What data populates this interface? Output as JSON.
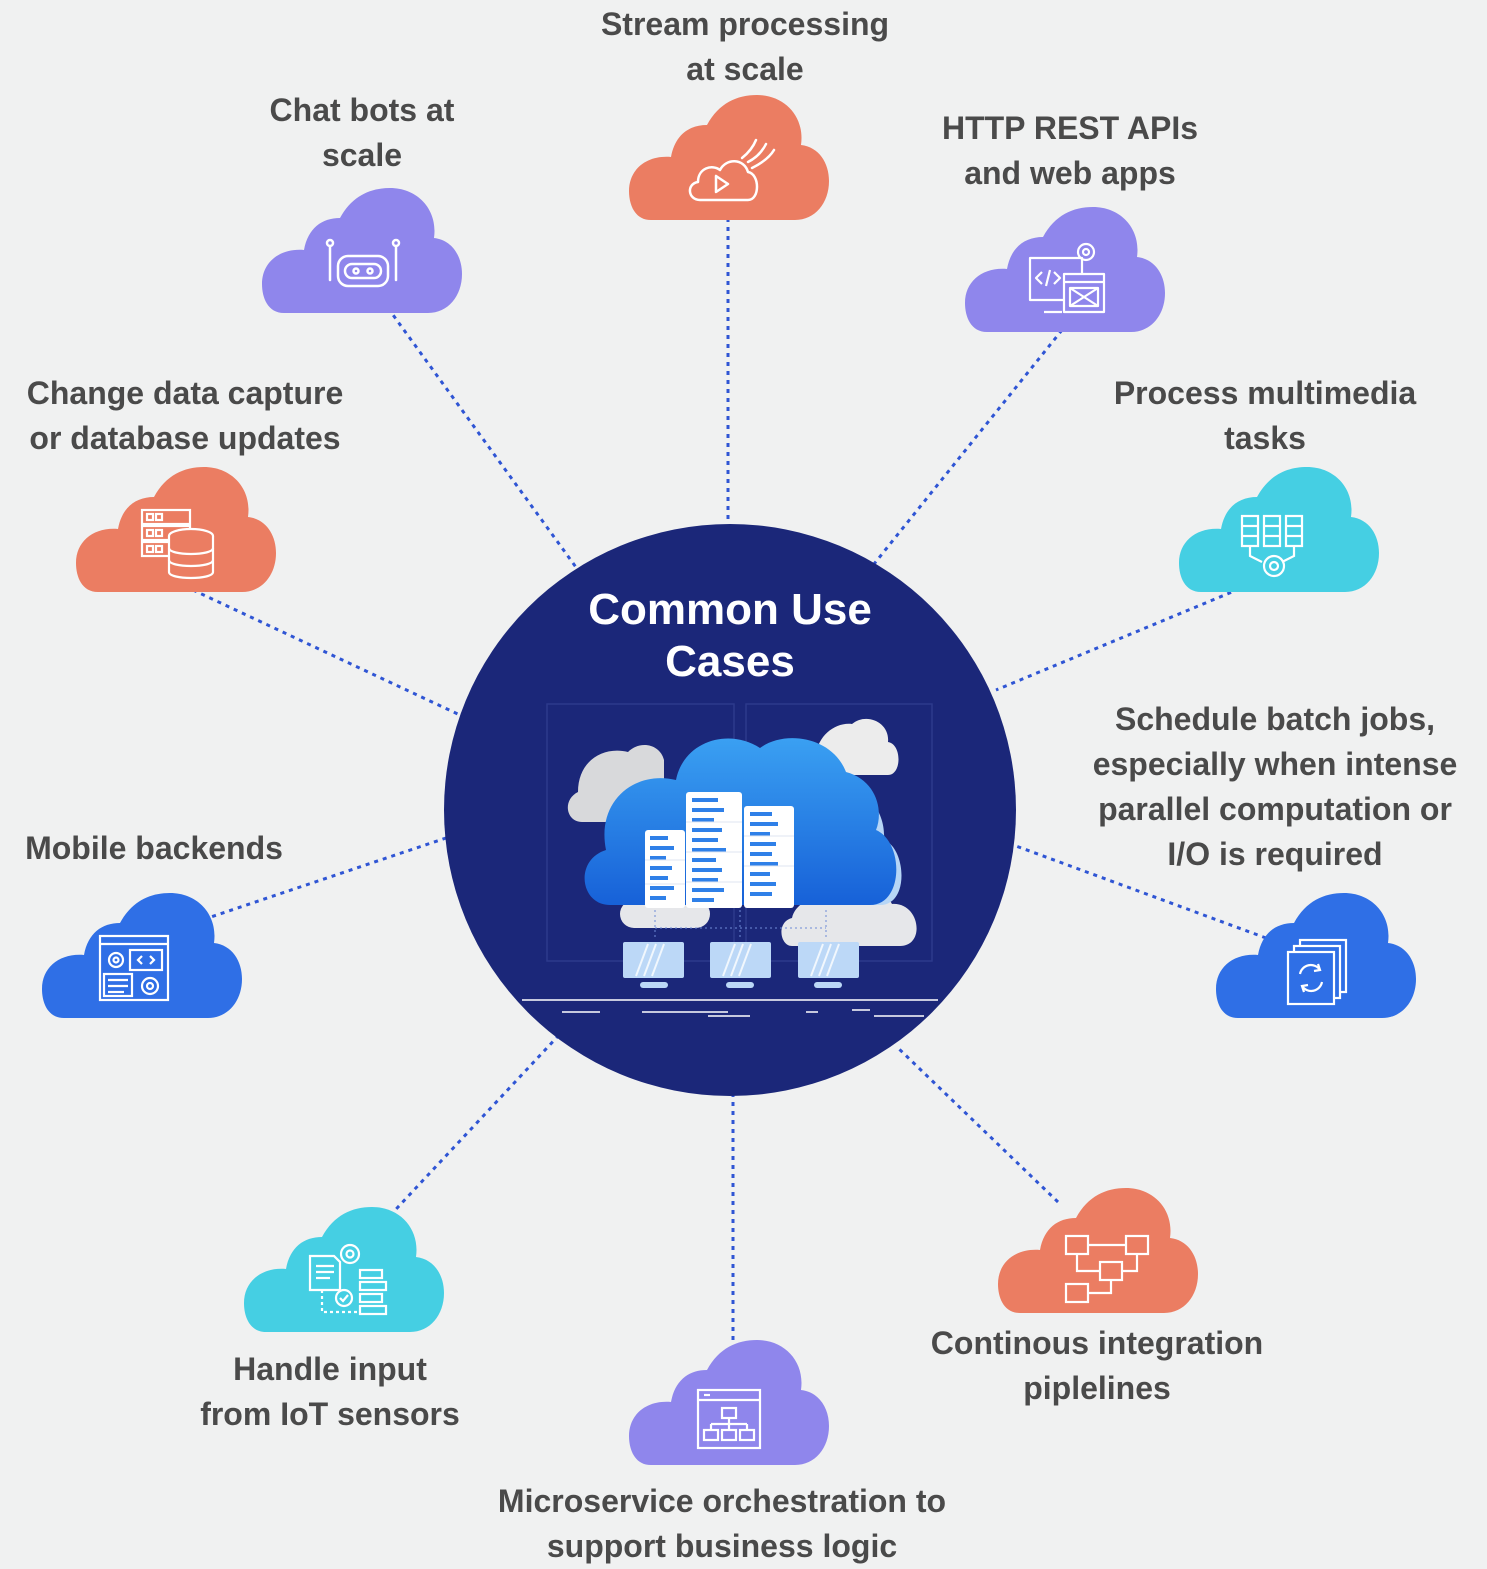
{
  "center": {
    "line1": "Common Use",
    "line2": "Cases"
  },
  "colors": {
    "background": "#f0f1f1",
    "center_circle": "#1b2779",
    "orange": "#eb7d62",
    "purple": "#8f86ec",
    "cyan": "#45cfe3",
    "blue": "#2f6fe6",
    "connector": "#2f55d4",
    "label_text": "#4a4a4a"
  },
  "use_cases": [
    {
      "id": "stream",
      "lines": [
        "Stream processing",
        "at scale"
      ],
      "color": "orange",
      "icon": "cloud-stream-icon"
    },
    {
      "id": "chatbots",
      "lines": [
        "Chat bots at",
        "scale"
      ],
      "color": "purple",
      "icon": "robot-icon"
    },
    {
      "id": "http",
      "lines": [
        "HTTP REST APIs",
        "and web apps"
      ],
      "color": "purple",
      "icon": "web-app-code-icon"
    },
    {
      "id": "cdc",
      "lines": [
        "Change data capture",
        "or database updates"
      ],
      "color": "orange",
      "icon": "database-server-icon"
    },
    {
      "id": "multimedia",
      "lines": [
        "Process multimedia",
        "tasks"
      ],
      "color": "cyan",
      "icon": "servers-gear-icon"
    },
    {
      "id": "batch",
      "lines": [
        "Schedule batch jobs,",
        "especially when intense",
        "parallel computation or",
        "I/O is required"
      ],
      "color": "blue",
      "icon": "batch-files-icon"
    },
    {
      "id": "mobile",
      "lines": [
        "Mobile backends"
      ],
      "color": "blue",
      "icon": "mobile-backend-icon"
    },
    {
      "id": "iot",
      "lines": [
        "Handle input",
        "from IoT sensors"
      ],
      "color": "cyan",
      "icon": "iot-workflow-icon"
    },
    {
      "id": "ci",
      "lines": [
        "Continous integration",
        "piplelines"
      ],
      "color": "orange",
      "icon": "pipeline-icon"
    },
    {
      "id": "microservice",
      "lines": [
        "Microservice orchestration to",
        "support business logic"
      ],
      "color": "purple",
      "icon": "sitemap-window-icon"
    }
  ]
}
